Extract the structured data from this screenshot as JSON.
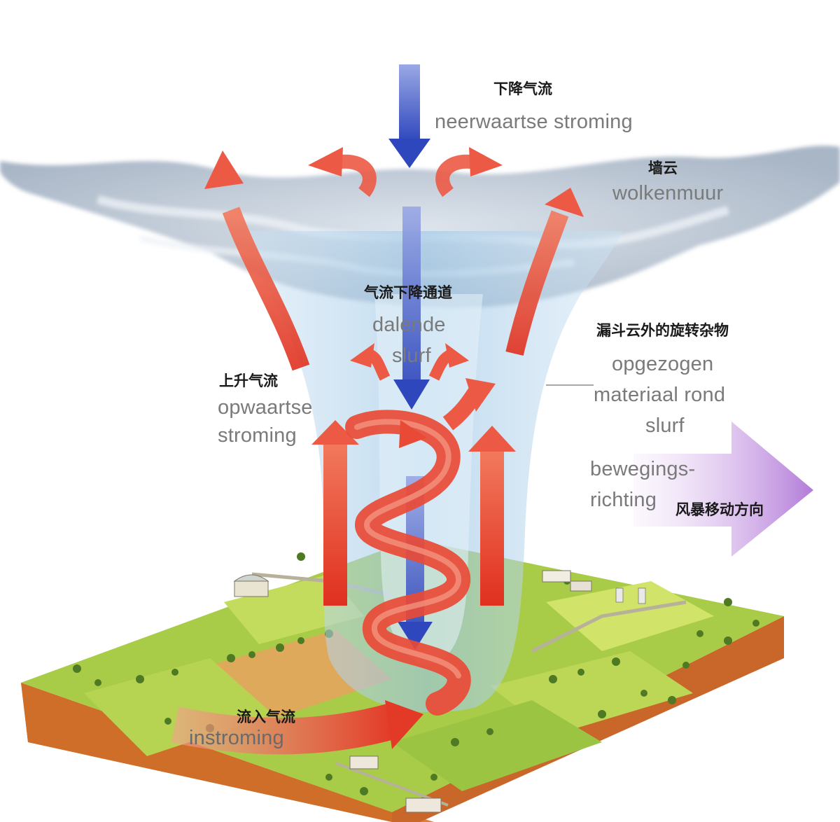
{
  "labels": {
    "downdraft": {
      "zh": "下降气流",
      "nl": "neerwaartse stroming"
    },
    "wall_cloud": {
      "zh": "墙云",
      "nl": "wolkenmuur"
    },
    "descending_channel": {
      "zh": "气流下降通道",
      "nl_line1": "dalende",
      "nl_line2": "slurf"
    },
    "debris": {
      "zh": "漏斗云外的旋转杂物",
      "nl_line1": "opgezogen",
      "nl_line2": "materiaal rond",
      "nl_line3": "slurf"
    },
    "updraft": {
      "zh": "上升气流",
      "nl_line1": "opwaartse",
      "nl_line2": "stroming"
    },
    "movement": {
      "zh": "风暴移动方向",
      "nl_line1": "bewegings-",
      "nl_line2": "richting"
    },
    "inflow": {
      "zh": "流入气流",
      "nl": "instroming"
    }
  },
  "colors": {
    "updraft_arrow": "#e84a3a",
    "downdraft_arrow": "#3b55c4",
    "movement_arrow": "#b07ad8",
    "cloud": "#b8c4d2",
    "funnel": "#a9cfe8",
    "field_green": "#a9cc4a",
    "soil": "#e0883a"
  }
}
